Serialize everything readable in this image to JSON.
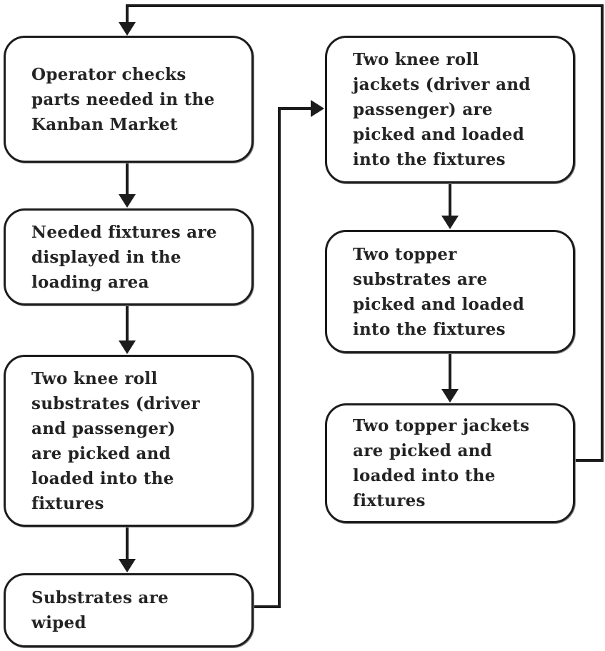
{
  "diagram": {
    "type": "flowchart",
    "nodes": [
      {
        "id": "operator-checks",
        "text": "Operator checks\nparts needed in the\nKanban Market"
      },
      {
        "id": "needed-fixtures",
        "text": "Needed fixtures are\ndisplayed in the\nloading area"
      },
      {
        "id": "kneeroll-substrates",
        "text": "Two knee roll\nsubstrates (driver\nand passenger)\nare picked and\nloaded into the\nfixtures"
      },
      {
        "id": "substrates-wiped",
        "text": "Substrates are\nwiped"
      },
      {
        "id": "kneeroll-jackets",
        "text": "Two knee roll\njackets (driver and\npassenger) are\npicked and loaded\ninto the fixtures"
      },
      {
        "id": "topper-substrates",
        "text": "Two topper\nsubstrates are\npicked and loaded\ninto the fixtures"
      },
      {
        "id": "topper-jackets",
        "text": "Two topper jackets\nare picked and\nloaded into the\nfixtures"
      }
    ],
    "edges": [
      {
        "from": "operator-checks",
        "to": "needed-fixtures"
      },
      {
        "from": "needed-fixtures",
        "to": "kneeroll-substrates"
      },
      {
        "from": "kneeroll-substrates",
        "to": "substrates-wiped"
      },
      {
        "from": "substrates-wiped",
        "to": "kneeroll-jackets"
      },
      {
        "from": "kneeroll-jackets",
        "to": "topper-substrates"
      },
      {
        "from": "topper-substrates",
        "to": "topper-jackets"
      },
      {
        "from": "topper-jackets",
        "to": "operator-checks"
      }
    ],
    "colors": {
      "line": "#1c1c1c",
      "box_border": "#1c1c1c",
      "box_fill": "#ffffff",
      "text": "#242424",
      "background": "#ffffff"
    }
  }
}
